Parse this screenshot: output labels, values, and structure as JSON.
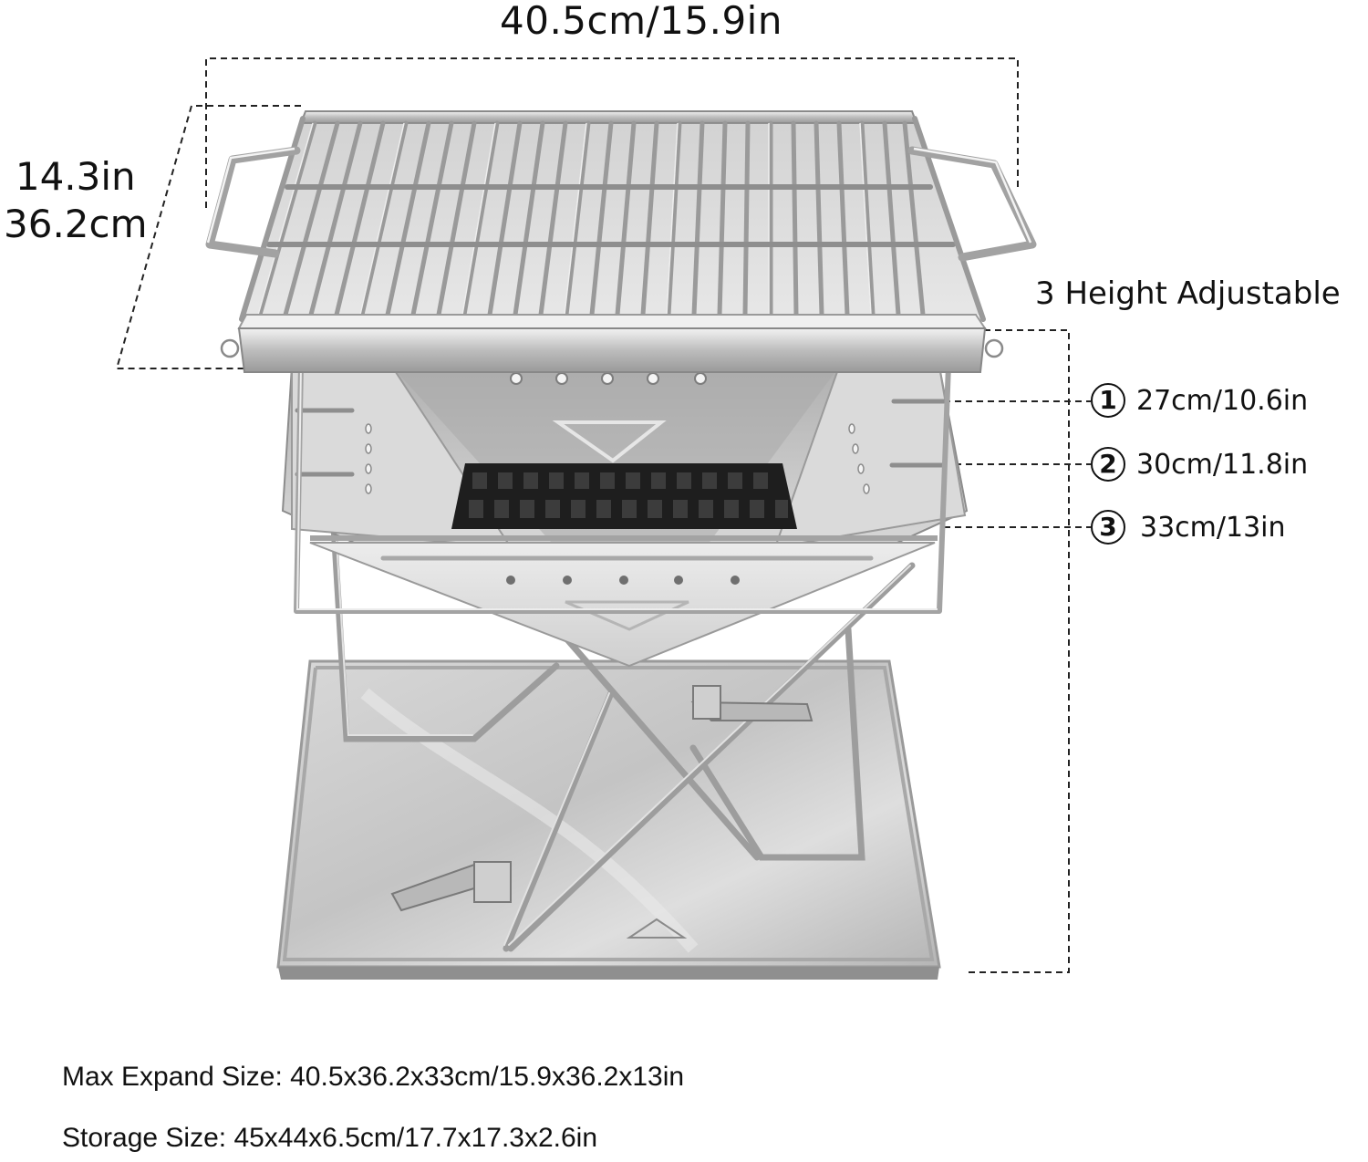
{
  "dimensions": {
    "width_label": "40.5cm/15.9in",
    "depth_label_in": "14.3in",
    "depth_label_cm": "36.2cm"
  },
  "height_adjust": {
    "title": "3 Height Adjustable",
    "levels": [
      {
        "marker": "1",
        "label": "27cm/10.6in"
      },
      {
        "marker": "2",
        "label": "30cm/11.8in"
      },
      {
        "marker": "3",
        "label": "33cm/13in"
      }
    ]
  },
  "specs": {
    "max_expand": "Max Expand Size: 40.5x36.2x33cm/15.9x36.2x13in",
    "storage": "Storage Size: 45x44x6.5cm/17.7x17.3x2.6in"
  },
  "product": {
    "name": "folding-stainless-steel-bbq-grill",
    "colors": {
      "steel_light": "#e6e6e6",
      "steel_mid": "#bdbdbd",
      "steel_dark": "#8a8a8a",
      "charcoal_grate": "#1e1e1e",
      "guide_line": "#222222"
    }
  }
}
